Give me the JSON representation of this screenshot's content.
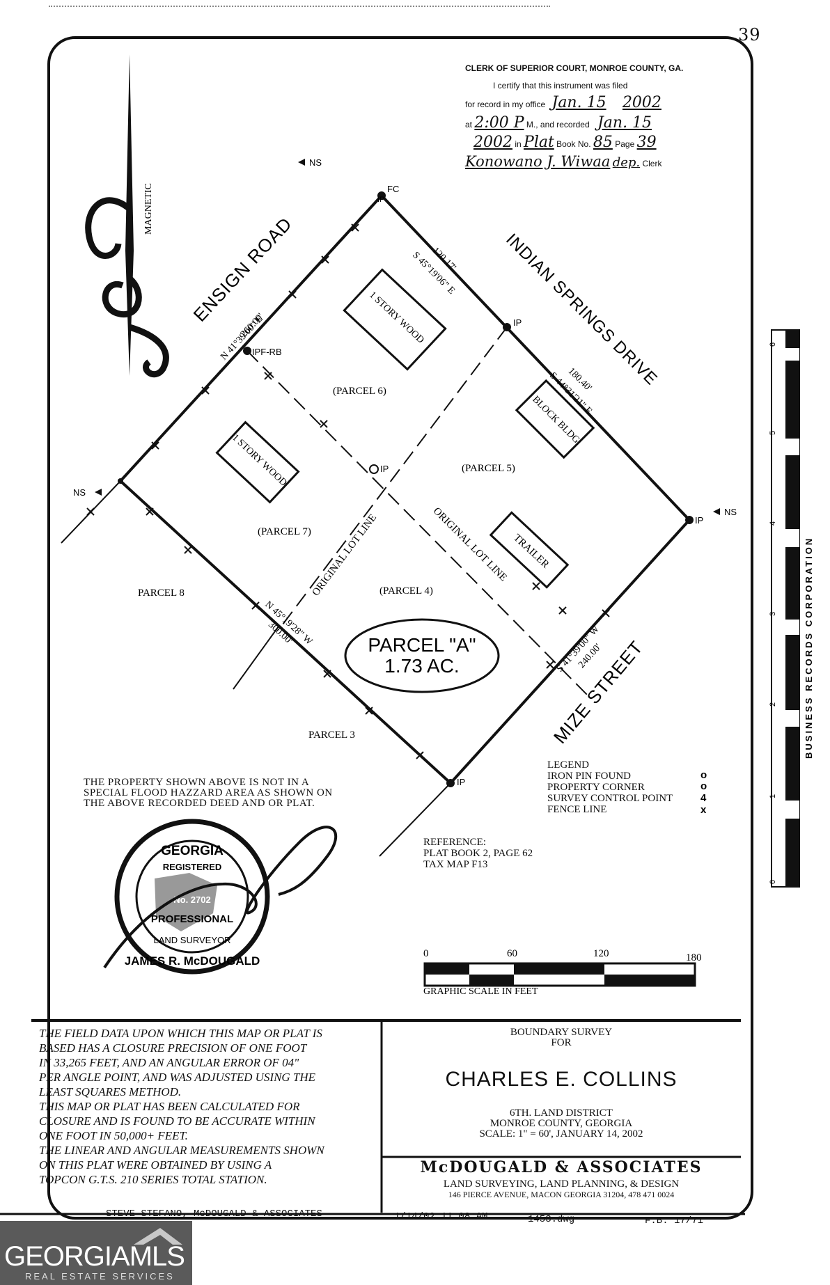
{
  "page_number": "39",
  "clerk": {
    "heading": "CLERK OF SUPERIOR COURT, MONROE COUNTY, GA.",
    "line1": "I certify that this instrument was filed",
    "line2_prefix": "for record in my office",
    "filed_date": "Jan. 15",
    "filed_year": "2002",
    "time_prefix": "at",
    "time": "2:00 P",
    "recorded_prefix": "M., and recorded",
    "recorded_date": "Jan. 15",
    "recorded_year": "2002",
    "in_label": "in",
    "book_type": "Plat",
    "book_label": "Book No.",
    "book_no": "85",
    "page_label": "Page",
    "page_no": "39",
    "signature": "Konowano J. Wiwaa",
    "signature_suffix": "dep.",
    "clerk_label": "Clerk"
  },
  "north_arrow_label": "MAGNETIC",
  "roads": {
    "ensign": "ENSIGN ROAD",
    "indian_springs": "INDIAN SPRINGS DRIVE",
    "mize": "MIZE STREET"
  },
  "bearings": {
    "ne_side": "120.17'",
    "ne_side_bearing": "S 45°19'06\" E",
    "nw_side": "260.00'",
    "nw_side_bearing": "N 41°39'00\" E",
    "e_side": "180.40'",
    "e_side_bearing": "S 44°31'21\" E",
    "sw_side_bearing": "N 45°19'28\" W",
    "sw_side": "300.00'",
    "se_side_bearing": "S 41°39'00\" W",
    "se_side": "240.00'"
  },
  "markers": {
    "fc": "FC",
    "ip": "IP",
    "ipf_rb": "IPF-RB",
    "ns": "NS"
  },
  "parcels": {
    "p3": "PARCEL 3",
    "p4": "(PARCEL 4)",
    "p5": "(PARCEL 5)",
    "p6": "(PARCEL 6)",
    "p7": "(PARCEL 7)",
    "p8": "PARCEL 8",
    "main_name": "PARCEL \"A\"",
    "main_area": "1.73 AC."
  },
  "buildings": {
    "wood1": "1 STORY WOOD",
    "wood2": "1 STORY WOOD",
    "block": "BLOCK BLDG.",
    "trailer": "TRAILER"
  },
  "lot_lines": {
    "line1": "ORIGINAL LOT LINE",
    "line2": "ORIGINAL LOT LINE"
  },
  "flood_note": [
    "THE PROPERTY SHOWN ABOVE IS NOT IN A",
    "SPECIAL FLOOD HAZZARD AREA AS SHOWN ON",
    "THE ABOVE RECORDED DEED AND OR PLAT."
  ],
  "legend": {
    "title": "LEGEND",
    "items": [
      {
        "label": "IRON PIN FOUND",
        "symbol": "o"
      },
      {
        "label": "PROPERTY CORNER",
        "symbol": "o"
      },
      {
        "label": "SURVEY CONTROL POINT",
        "symbol": "4"
      },
      {
        "label": "FENCE LINE",
        "symbol": "x"
      }
    ]
  },
  "reference": [
    "REFERENCE:",
    "PLAT BOOK 2, PAGE 62",
    "TAX MAP F13"
  ],
  "seal": {
    "top": "GEORGIA",
    "registered": "REGISTERED",
    "number": "No. 2702",
    "professional": "PROFESSIONAL",
    "land_surveyor": "LAND SURVEYOR",
    "name": "JAMES R. McDOUGALD"
  },
  "scale": {
    "ticks": [
      "0",
      "60",
      "120",
      "180"
    ],
    "label": "GRAPHIC SCALE IN FEET"
  },
  "notes": [
    "THE FIELD DATA UPON WHICH THIS MAP OR PLAT IS",
    "BASED HAS A CLOSURE PRECISION OF ONE FOOT",
    "IN 33,265 FEET, AND AN ANGULAR ERROR OF 04\"",
    "PER ANGLE POINT, AND WAS ADJUSTED USING THE",
    "LEAST SQUARES METHOD.",
    "THIS MAP OR PLAT HAS BEEN CALCULATED FOR",
    "CLOSURE AND IS FOUND TO BE ACCURATE WITHIN",
    "ONE FOOT IN 50,000+ FEET.",
    "THE LINEAR AND ANGULAR MEASUREMENTS SHOWN",
    "ON THIS PLAT WERE OBTAINED BY USING A",
    "TOPCON G.T.S. 210 SERIES TOTAL STATION."
  ],
  "title_block": {
    "survey_type": "BOUNDARY SURVEY",
    "for": "FOR",
    "client": "CHARLES E. COLLINS",
    "district": "6TH. LAND DISTRICT",
    "county": "MONROE COUNTY, GEORGIA",
    "scale_date": "SCALE: 1\" = 60', JANUARY 14, 2002",
    "firm": "McDOUGALD & ASSOCIATES",
    "services": "LAND SURVEYING, LAND PLANNING, & DESIGN",
    "address": "146 PIERCE AVENUE, MACON GEORGIA 31204, 478 471 0024"
  },
  "footer": {
    "author": "STEVE STEFANO, McDOUGALD & ASSOCIATES",
    "timestamp": "1/14/02 11:08 AM",
    "file": "1453.dwg",
    "fieldbook": "F.B. 17/71"
  },
  "side_ruler": {
    "label": "BUSINESS RECORDS CORPORATION",
    "ticks": [
      "0",
      "1",
      "2",
      "3",
      "4",
      "5",
      "6"
    ]
  },
  "mls_logo": {
    "brand": "GEORGIAMLS",
    "tagline": "REAL ESTATE SERVICES"
  }
}
